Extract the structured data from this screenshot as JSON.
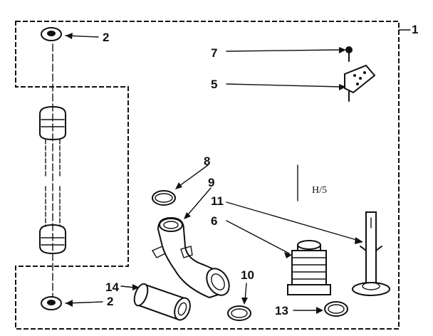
{
  "diagram": {
    "section_code": "H/5",
    "callouts": {
      "assembly": "1",
      "washer_top": "2",
      "washer_bottom": "2",
      "nozzle": "5",
      "stem": "6",
      "screw": "7",
      "clamp": "8",
      "hose": "9",
      "clamp_small": "10",
      "post": "11",
      "gasket": "13",
      "coupling": "14"
    }
  }
}
